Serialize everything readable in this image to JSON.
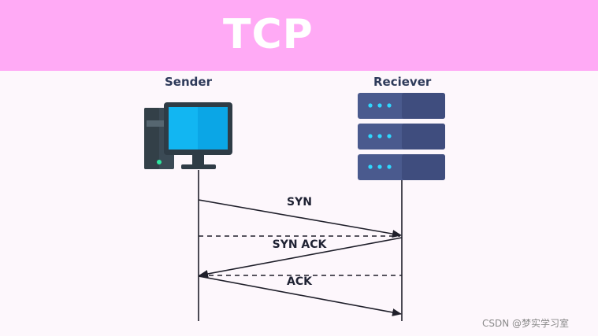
{
  "title": "TCP",
  "sender": {
    "label": "Sender"
  },
  "receiver": {
    "label": "Reciever"
  },
  "messages": [
    {
      "label": "SYN"
    },
    {
      "label": "SYN ACK"
    },
    {
      "label": "ACK"
    }
  ],
  "watermark": "CSDN @梦实学习室",
  "colors": {
    "banner": "#ffaaf5",
    "monitor": "#12b6f2",
    "server": "#4a5a8e",
    "led": "#2fd8ff"
  }
}
